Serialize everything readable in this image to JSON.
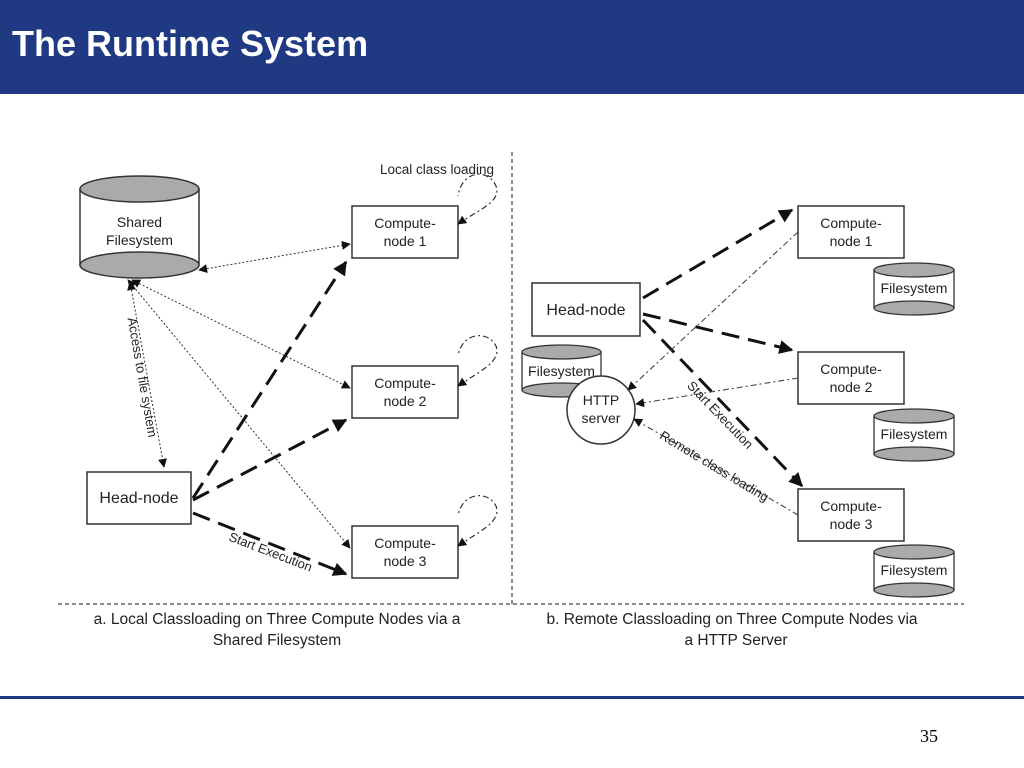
{
  "slide": {
    "title": "The Runtime System",
    "page_number": "35",
    "colors": {
      "header_bg": "#1f3a82",
      "header_text": "#ffffff",
      "rule": "#1f3a82"
    }
  },
  "panel_a": {
    "shared_fs": [
      "Shared",
      "Filesystem"
    ],
    "head_node": "Head-node",
    "compute_nodes": [
      [
        "Compute-",
        "node 1"
      ],
      [
        "Compute-",
        "node 2"
      ],
      [
        "Compute-",
        "node 3"
      ]
    ],
    "label_local_loading": "Local class loading",
    "label_access": "Access to file system",
    "label_start": "Start Execution",
    "caption": [
      "a. Local Classloading on Three Compute Nodes via a",
      "Shared Filesystem"
    ]
  },
  "panel_b": {
    "head_node": "Head-node",
    "http_fs": "Filesystem",
    "http_server": [
      "HTTP",
      "server"
    ],
    "compute_nodes": [
      [
        "Compute-",
        "node 1"
      ],
      [
        "Compute-",
        "node 2"
      ],
      [
        "Compute-",
        "node 3"
      ]
    ],
    "filesystems": [
      "Filesystem",
      "Filesystem",
      "Filesystem"
    ],
    "label_start": "Start Execution",
    "label_remote": "Remote class loading",
    "caption": [
      "b. Remote Classloading on Three Compute Nodes via",
      "a HTTP Server"
    ]
  }
}
